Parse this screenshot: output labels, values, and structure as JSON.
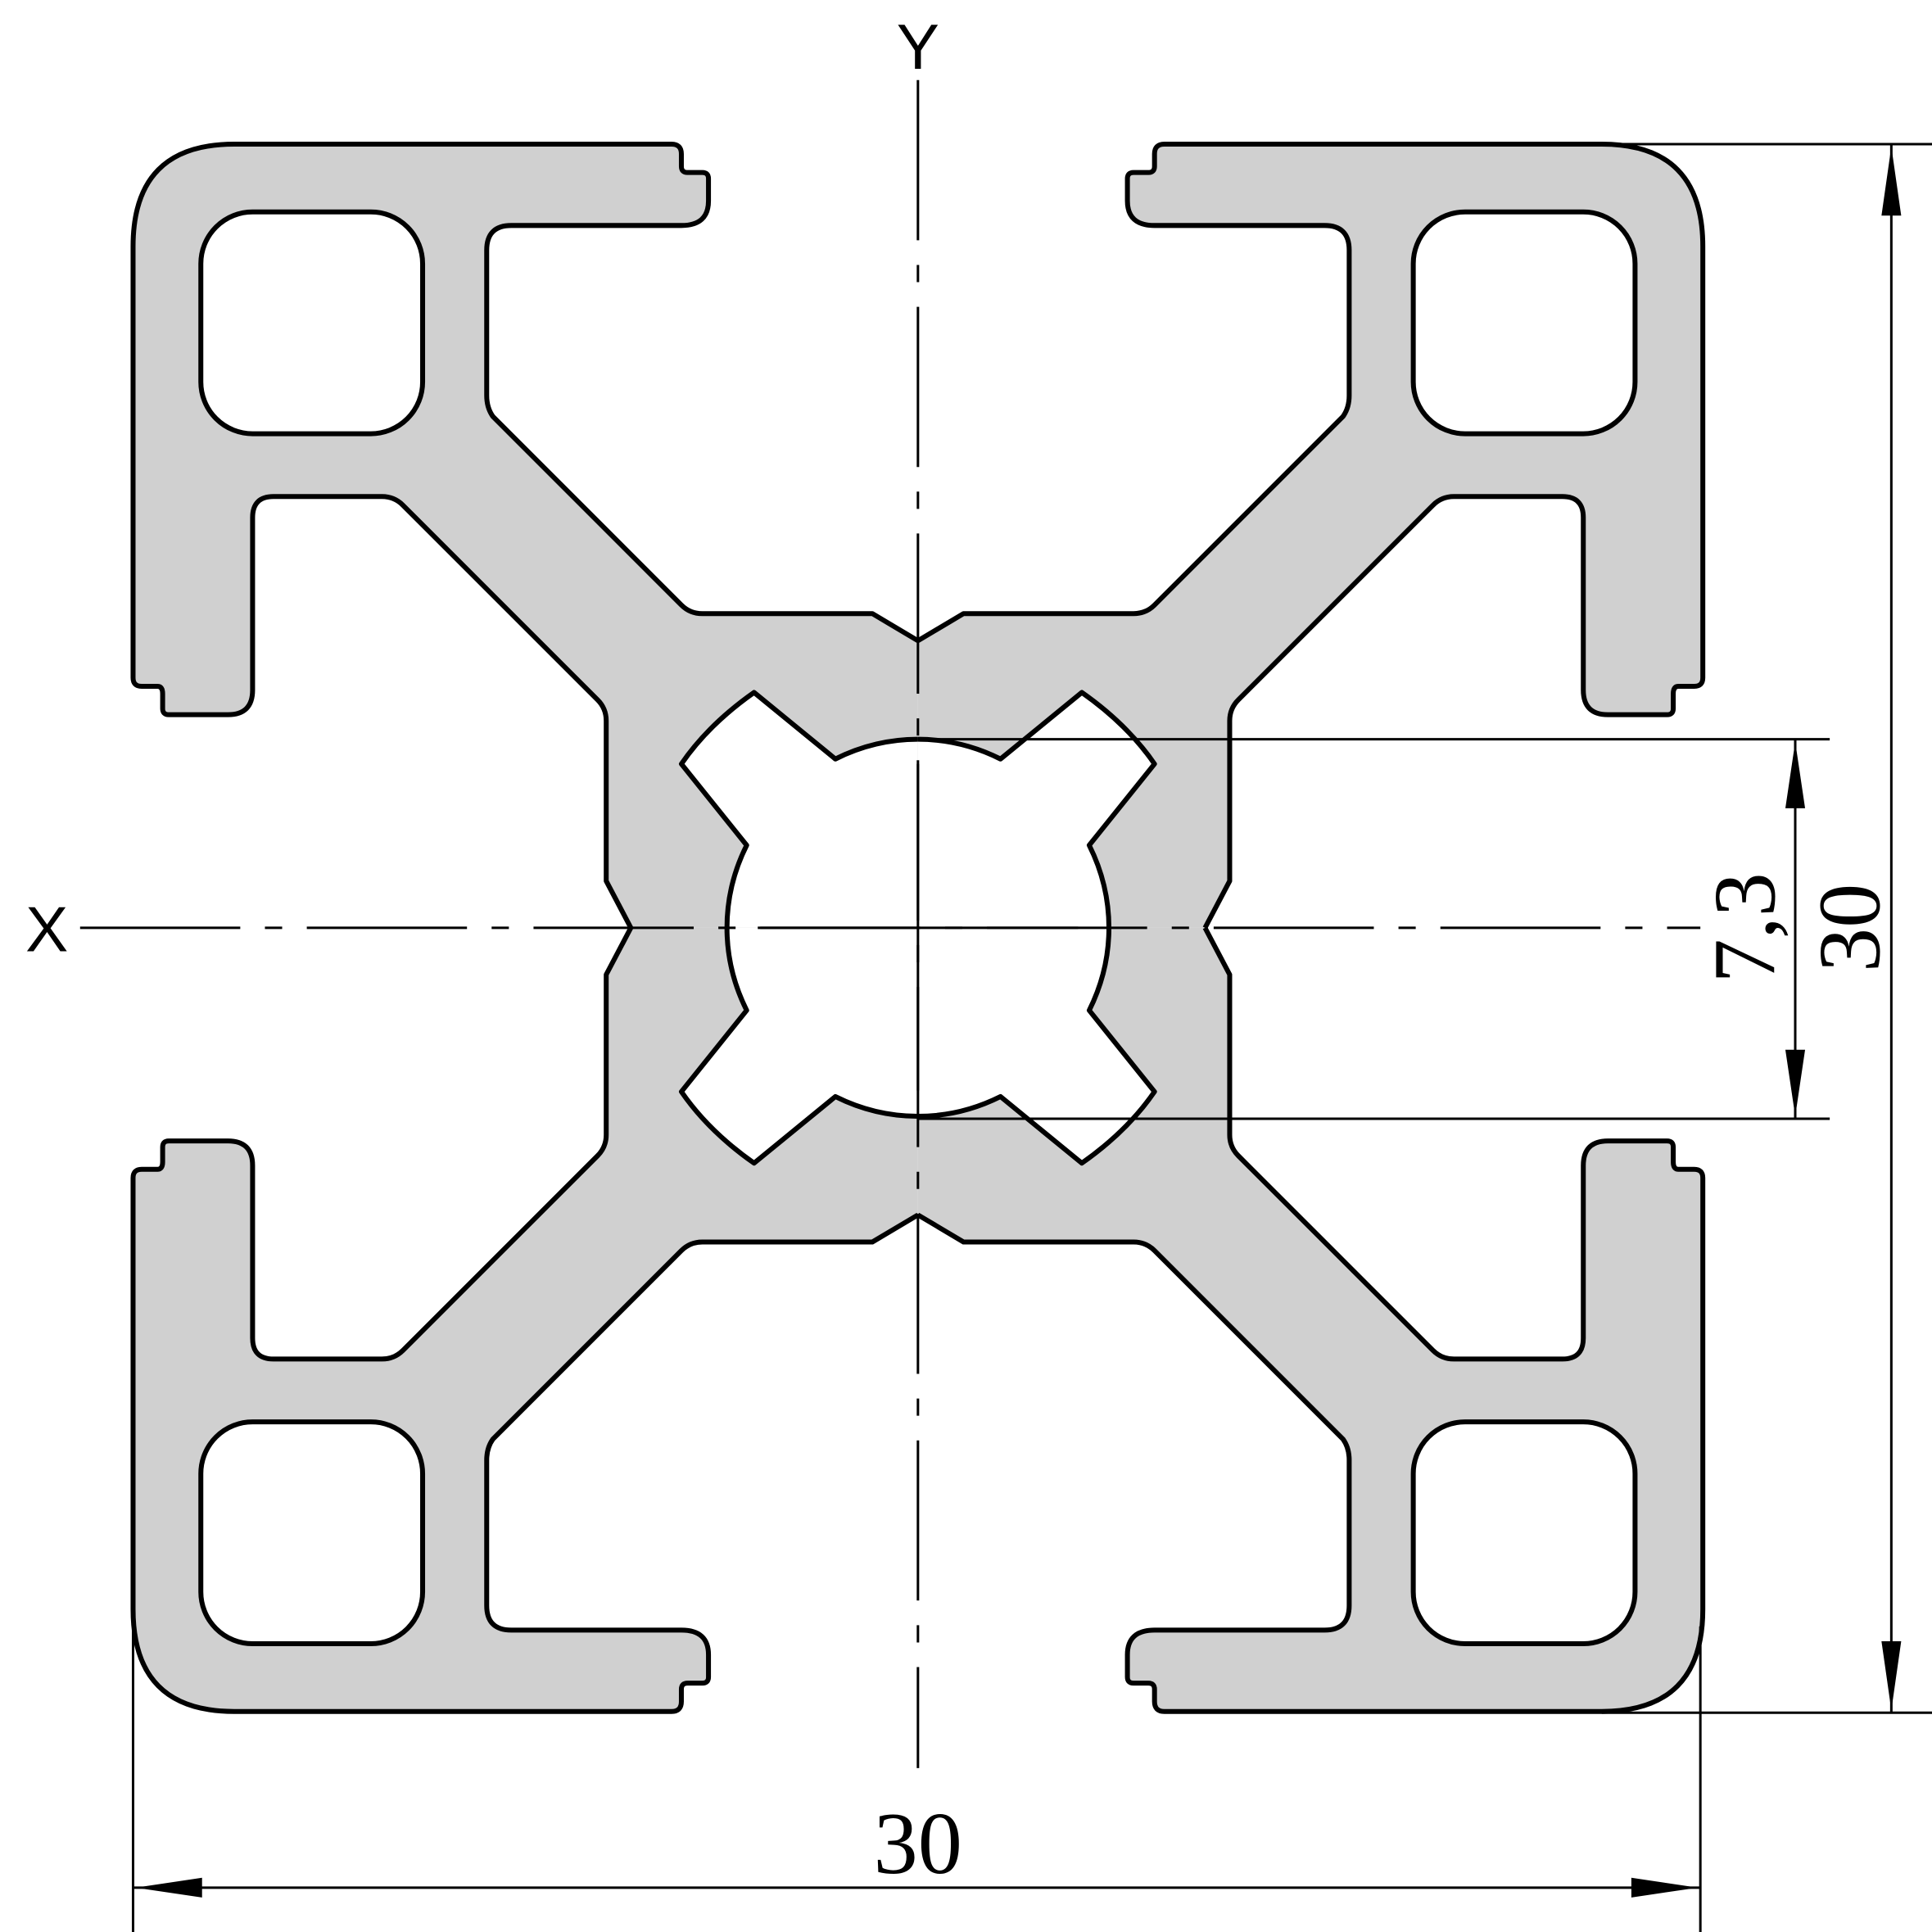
{
  "drawing": {
    "axis_x_label": "X",
    "axis_y_label": "Y",
    "dim_width": "30",
    "dim_height": "30",
    "dim_slot": "7,3",
    "fill_color": "#d0d0d0",
    "line_color": "#000000"
  }
}
